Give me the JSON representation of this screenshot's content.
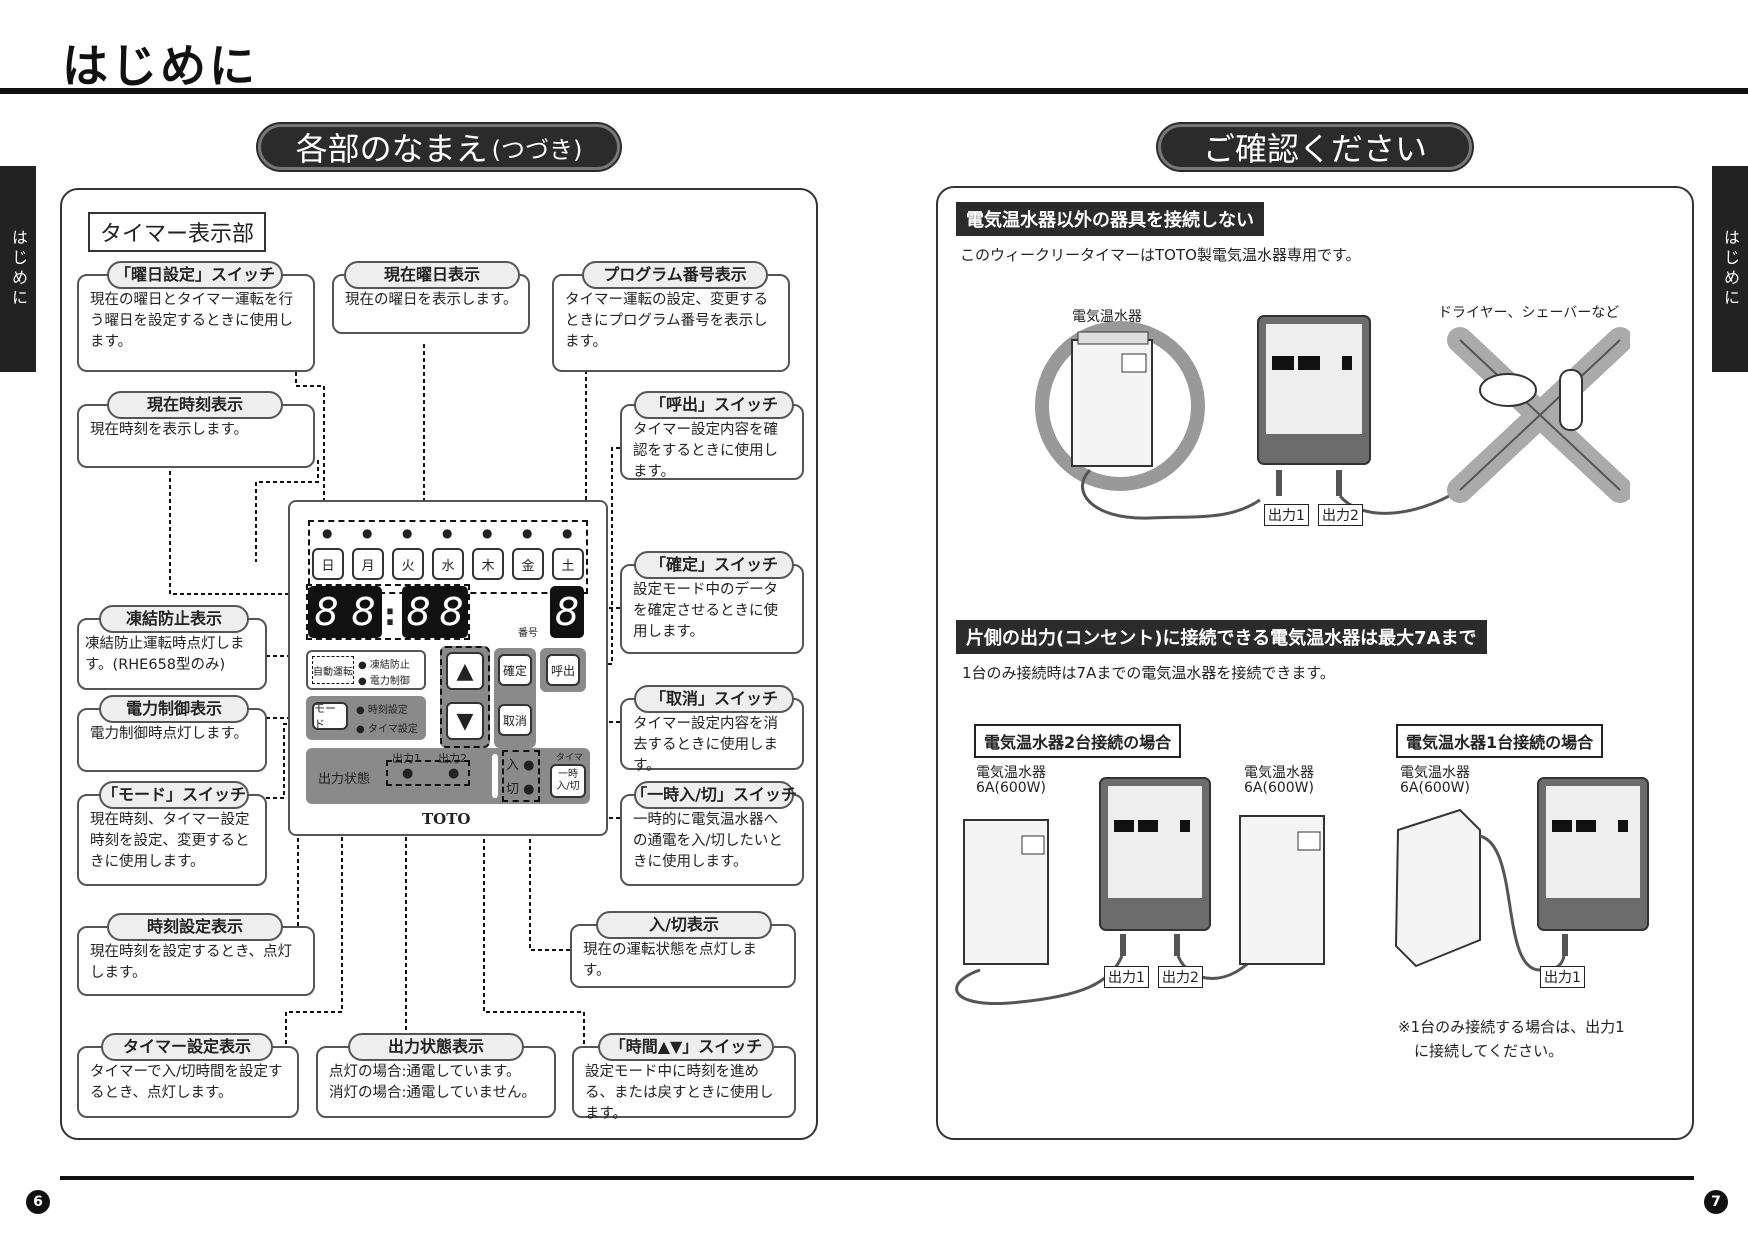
{
  "page": {
    "heading": "はじめに",
    "side_tab": "はじめに",
    "left_page_no": "6",
    "right_page_no": "7"
  },
  "left": {
    "section_title": "各部のなまえ",
    "section_sub": "(つづき)",
    "timer_label": "タイマー表示部",
    "callouts": {
      "day_set": {
        "title": "「曜日設定」スイッチ",
        "text": "現在の曜日とタイマー運転を行う曜日を設定するときに使用します。"
      },
      "cur_day": {
        "title": "現在曜日表示",
        "text": "現在の曜日を表示します。"
      },
      "prog_no": {
        "title": "プログラム番号表示",
        "text": "タイマー運転の設定、変更するときにプログラム番号を表示します。"
      },
      "cur_time": {
        "title": "現在時刻表示",
        "text": "現在時刻を表示します。"
      },
      "recall": {
        "title": "「呼出」スイッチ",
        "text": "タイマー設定内容を確認をするときに使用します。"
      },
      "confirm": {
        "title": "「確定」スイッチ",
        "text": "設定モード中のデータを確定させるときに使用します。"
      },
      "freeze": {
        "title": "凍結防止表示",
        "text": "凍結防止運転時点灯します。(RHE658型のみ)"
      },
      "power": {
        "title": "電力制御表示",
        "text": "電力制御時点灯します。"
      },
      "cancel": {
        "title": "「取消」スイッチ",
        "text": "タイマー設定内容を消去するときに使用します。"
      },
      "mode": {
        "title": "「モード」スイッチ",
        "text": "現在時刻、タイマー設定時刻を設定、変更するときに使用します。"
      },
      "temp_onoff": {
        "title": "「一時入/切」スイッチ",
        "text": "一時的に電気温水器への通電を入/切したいときに使用します。"
      },
      "time_set": {
        "title": "時刻設定表示",
        "text": "現在時刻を設定するとき、点灯します。"
      },
      "onoff_disp": {
        "title": "入/切表示",
        "text": "現在の運転状態を点灯します。"
      },
      "timer_set": {
        "title": "タイマー設定表示",
        "text": "タイマーで入/切時間を設定するとき、点灯します。"
      },
      "output": {
        "title": "出力状態表示",
        "text1": "点灯の場合:通電しています。",
        "text2": "消灯の場合:通電していません。"
      },
      "time_updown": {
        "title": "「時間▲▼」スイッチ",
        "text": "設定モード中に時刻を進める、または戻すときに使用します。"
      }
    },
    "panel": {
      "days": [
        "日",
        "月",
        "火",
        "水",
        "木",
        "金",
        "土"
      ],
      "digits": [
        "8",
        "8",
        "8",
        "8"
      ],
      "prog_digit": "8",
      "prog_label": "番号",
      "auto_label": "自動運転",
      "freeze_label": "凍結防止",
      "power_label": "電力制御",
      "mode_btn": "モード",
      "time_set_label": "時刻設定",
      "timer_set_label": "タイマ設定",
      "confirm_btn": "確定",
      "recall_btn": "呼出",
      "cancel_btn": "取消",
      "output_state": "出力状態",
      "out1": "出力1",
      "out2": "出力2",
      "on": "入",
      "off": "切",
      "timer_small": "タイマ",
      "temp_btn1": "一時",
      "temp_btn2": "入/切",
      "brand": "TOTO"
    }
  },
  "right": {
    "section_title": "ご確認ください",
    "sec1_title": "電気温水器以外の器具を接続しない",
    "sec1_text": "このウィークリータイマーはTOTO製電気温水器専用です。",
    "heater_label": "電気温水器",
    "dryer_label": "ドライヤー、シェーバーなど",
    "out1_tag": "出力1",
    "out2_tag": "出力2",
    "sec2_title": "片側の出力(コンセント)に接続できる電気温水器は最大7Aまで",
    "sec2_text": "1台のみ接続時は7Aまでの電気温水器を接続できます。",
    "case2_title": "電気温水器2台接続の場合",
    "case1_title": "電気温水器1台接続の場合",
    "unit_name": "電気温水器",
    "unit_spec": "6A(600W)",
    "note_line1": "※1台のみ接続する場合は、出力1",
    "note_line2": "に接続してください。"
  }
}
